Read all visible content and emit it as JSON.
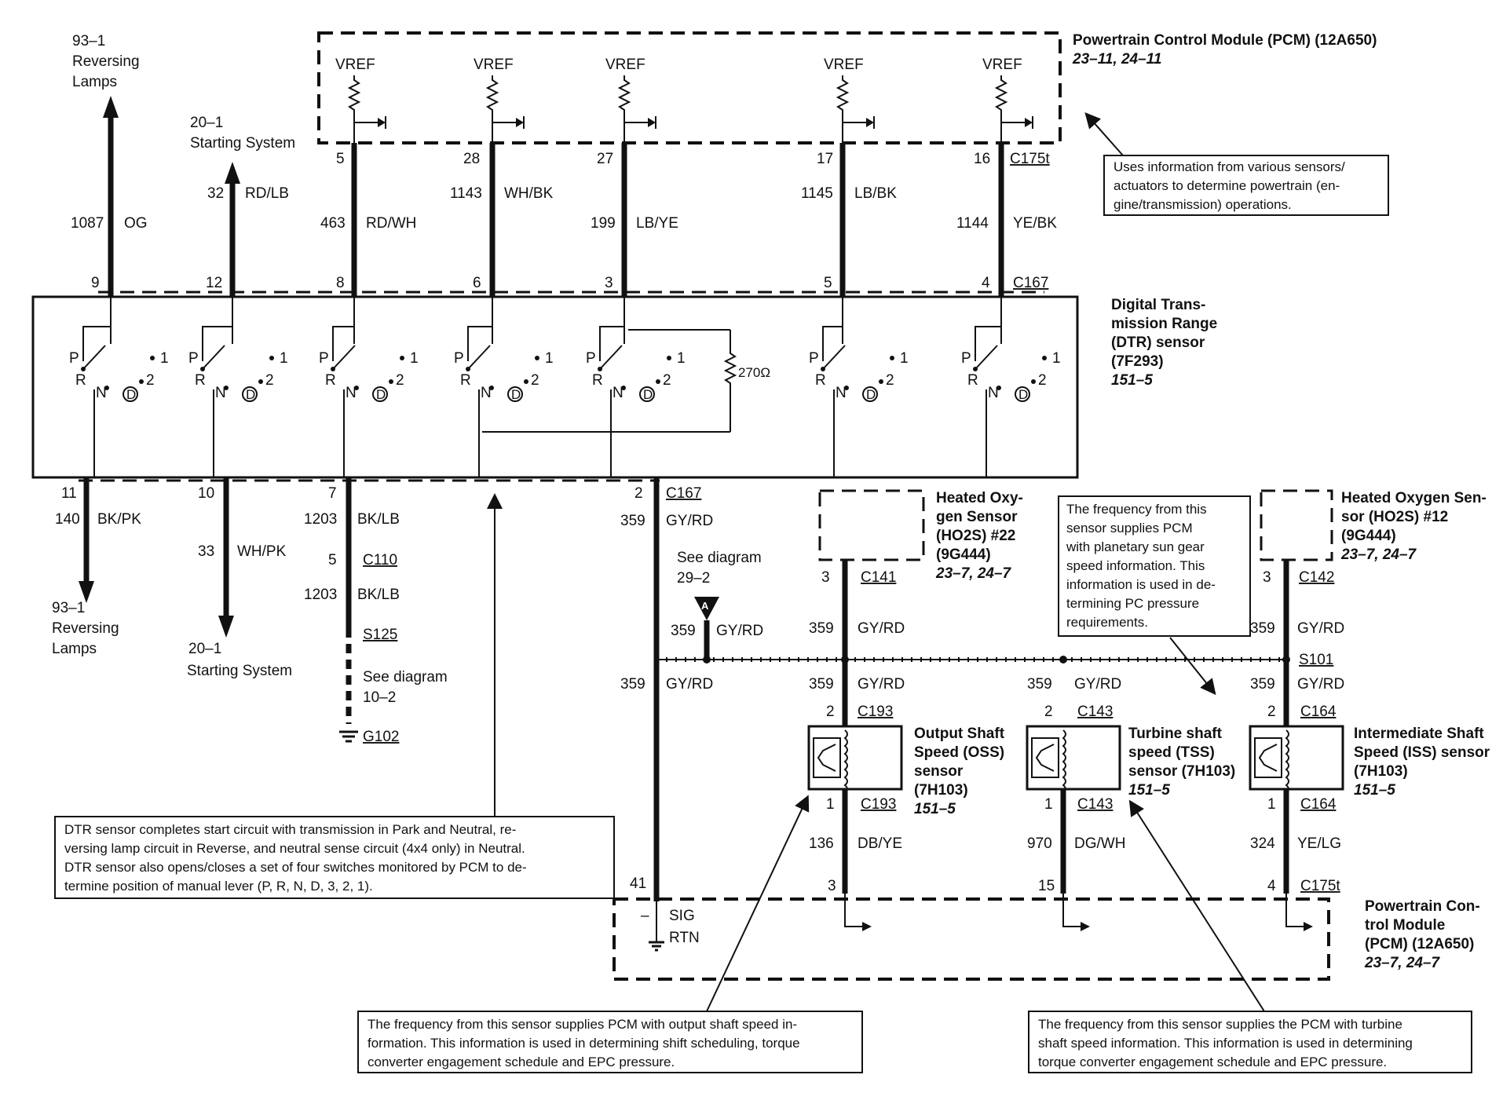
{
  "pcm_top": {
    "title": "Powertrain Control Module (PCM) (12A650)",
    "refs": "23–11, 24–11"
  },
  "pcm_top_note": [
    "Uses information from various sensors/",
    "actuators to determine powertrain (en-",
    "gine/transmission) operations."
  ],
  "vref": "VREF",
  "conn_c175t": "C175t",
  "conn_c167": "C167",
  "dtr": {
    "title": [
      "Digital Trans-",
      "mission Range",
      "(DTR) sensor",
      "(7F293)"
    ],
    "refs": "151–5",
    "resistor": "270Ω"
  },
  "top_pins": [
    "5",
    "28",
    "27",
    "17",
    "16"
  ],
  "dtr_pins_top": [
    "9",
    "12",
    "8",
    "6",
    "3",
    "5",
    "4"
  ],
  "upper_wires": [
    {
      "circuit": "1087",
      "color": "OG"
    },
    {
      "circuit": "32",
      "color": "RD/LB"
    },
    {
      "circuit": "463",
      "color": "RD/WH"
    },
    {
      "circuit": "1143",
      "color": "WH/BK"
    },
    {
      "circuit": "199",
      "color": "LB/YE"
    },
    {
      "circuit": "1145",
      "color": "LB/BK"
    },
    {
      "circuit": "1144",
      "color": "YE/BK"
    }
  ],
  "rev_top": {
    "code": "93–1",
    "label": [
      "Reversing",
      "Lamps"
    ]
  },
  "start_top": {
    "code": "20–1",
    "label": "Starting System"
  },
  "rev_bottom": {
    "code": "93–1",
    "label": [
      "Reversing",
      "Lamps"
    ]
  },
  "start_bottom": {
    "code": "20–1",
    "label": "Starting System"
  },
  "switch_letters": {
    "p": "P",
    "r": "R",
    "n": "N",
    "d": "D",
    "two": "2",
    "one": "1"
  },
  "lower_left": {
    "pin11": "11",
    "w140": "140",
    "c140": "BK/PK",
    "pin10": "10",
    "w33": "33",
    "c33": "WH/PK",
    "pin7": "7",
    "w1203a": "1203",
    "c1203a": "BK/LB",
    "pin5": "5",
    "c110": "C110",
    "w1203b": "1203",
    "c1203b": "BK/LB",
    "s125": "S125",
    "see": "See diagram",
    "see_ref": "10–2",
    "g102": "G102"
  },
  "center": {
    "pin2": "2",
    "c167": "C167",
    "w359": "359",
    "c359": "GY/RD",
    "see": "See diagram",
    "see_ref": "29–2",
    "marker": "A",
    "w359b": "359",
    "c359b": "GY/RD",
    "w359c": "359",
    "c359c": "GY/RD",
    "pin41": "41"
  },
  "ho2s22": {
    "title": [
      "Heated Oxy-",
      "gen Sensor",
      "(HO2S) #22",
      "(9G444)"
    ],
    "refs": "23–7, 24–7",
    "pin": "3",
    "conn": "C141",
    "wire": "359",
    "color": "GY/RD"
  },
  "ho2s12": {
    "title": [
      "Heated Oxygen Sen-",
      "sor (HO2S) #12",
      "(9G444)"
    ],
    "refs": "23–7, 24–7",
    "pin": "3",
    "conn": "C142",
    "wire": "359",
    "color": "GY/RD",
    "splice": "S101"
  },
  "pc_note": [
    "The frequency from this",
    "sensor supplies PCM",
    "with planetary sun gear",
    "speed information. This",
    "information is used in de-",
    "termining PC pressure",
    "requirements."
  ],
  "oss": {
    "title": [
      "Output Shaft",
      "Speed (OSS)",
      "sensor",
      "(7H103)"
    ],
    "refs": "151–5",
    "wire_top": "359",
    "color_top": "GY/RD",
    "pin_top": "2",
    "conn_top": "C193",
    "pin_bot": "1",
    "conn_bot": "C193",
    "wire_bot": "136",
    "color_bot": "DB/YE",
    "pcm_pin": "3"
  },
  "tss": {
    "title": [
      "Turbine shaft",
      "speed (TSS)",
      "sensor (7H103)"
    ],
    "refs": "151–5",
    "wire_top": "359",
    "color_top": "GY/RD",
    "pin_top": "2",
    "conn_top": "C143",
    "pin_bot": "1",
    "conn_bot": "C143",
    "wire_bot": "970",
    "color_bot": "DG/WH",
    "pcm_pin": "15"
  },
  "iss": {
    "title": [
      "Intermediate Shaft",
      "Speed (ISS) sensor",
      "(7H103)"
    ],
    "refs": "151–5",
    "wire_top": "359",
    "color_top": "GY/RD",
    "pin_top": "2",
    "conn_top": "C164",
    "pin_bot": "1",
    "conn_bot": "C164",
    "wire_bot": "324",
    "color_bot": "YE/LG",
    "pcm_pin": "4",
    "pcm_conn": "C175t"
  },
  "pcm_bottom": {
    "title": [
      "Powertrain Con-",
      "trol Module",
      "(PCM) (12A650)"
    ],
    "refs": "23–7, 24–7",
    "sig": "SIG",
    "rtn": "RTN",
    "minus": "–"
  },
  "dtr_note": [
    "DTR sensor completes start circuit with transmission in Park and Neutral, re-",
    "versing lamp circuit in Reverse, and neutral sense circuit (4x4 only) in Neutral.",
    "DTR sensor also opens/closes a set of four switches monitored by PCM to de-",
    "termine position of manual lever (P, R, N, D, 3, 2, 1)."
  ],
  "oss_note": [
    "The frequency from this sensor supplies PCM with output shaft speed in-",
    "formation. This information is used in determining shift scheduling, torque",
    "converter engagement schedule and EPC pressure."
  ],
  "tss_note": [
    "The frequency from this sensor supplies the PCM with turbine",
    "shaft speed information. This information is used in determining",
    "torque converter engagement schedule and EPC pressure."
  ]
}
